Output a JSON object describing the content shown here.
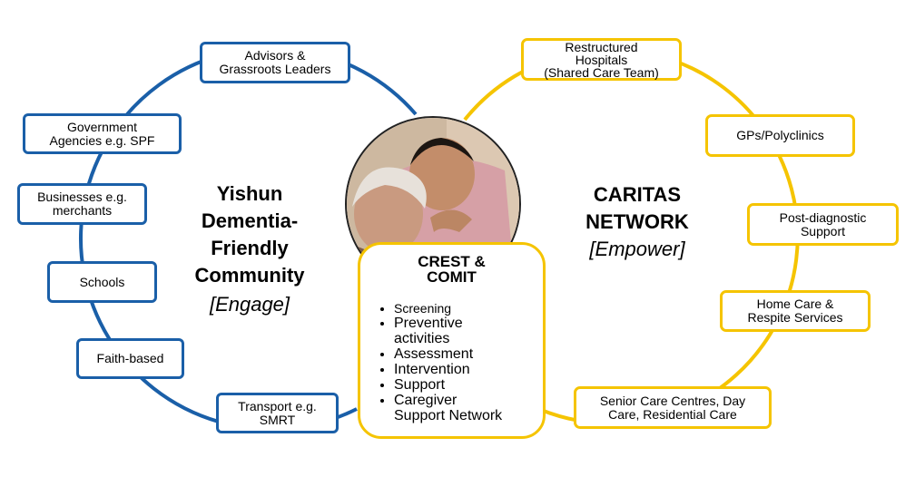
{
  "colors": {
    "community": "#1a5fa8",
    "network": "#f5c400"
  },
  "left_group": {
    "title": "Yishun\nDementia-\nFriendly\nCommunity",
    "subtitle": "[Engage]",
    "nodes": [
      "Advisors &\nGrassroots Leaders",
      "Government\nAgencies e.g. SPF",
      "Businesses e.g.\nmerchants",
      "Schools",
      "Faith-based",
      "Transport e.g.\nSMRT"
    ]
  },
  "right_group": {
    "title": "CARITAS\nNETWORK",
    "subtitle": "[Empower]",
    "nodes": [
      "Restructured\nHospitals\n(Shared Care Team)",
      "GPs/Polyclinics",
      "Post-diagnostic\nSupport",
      "Home Care &\nRespite Services",
      "Senior Care Centres, Day\nCare,  Residential Care"
    ]
  },
  "center": {
    "photo_icon": "elderly-woman-and-caregiver-photo",
    "title": "CREST &\nCOMIT",
    "items": [
      "Screening",
      "Preventive\nactivities",
      "Assessment",
      "Intervention",
      "Support",
      "Caregiver\nSupport Network"
    ]
  }
}
